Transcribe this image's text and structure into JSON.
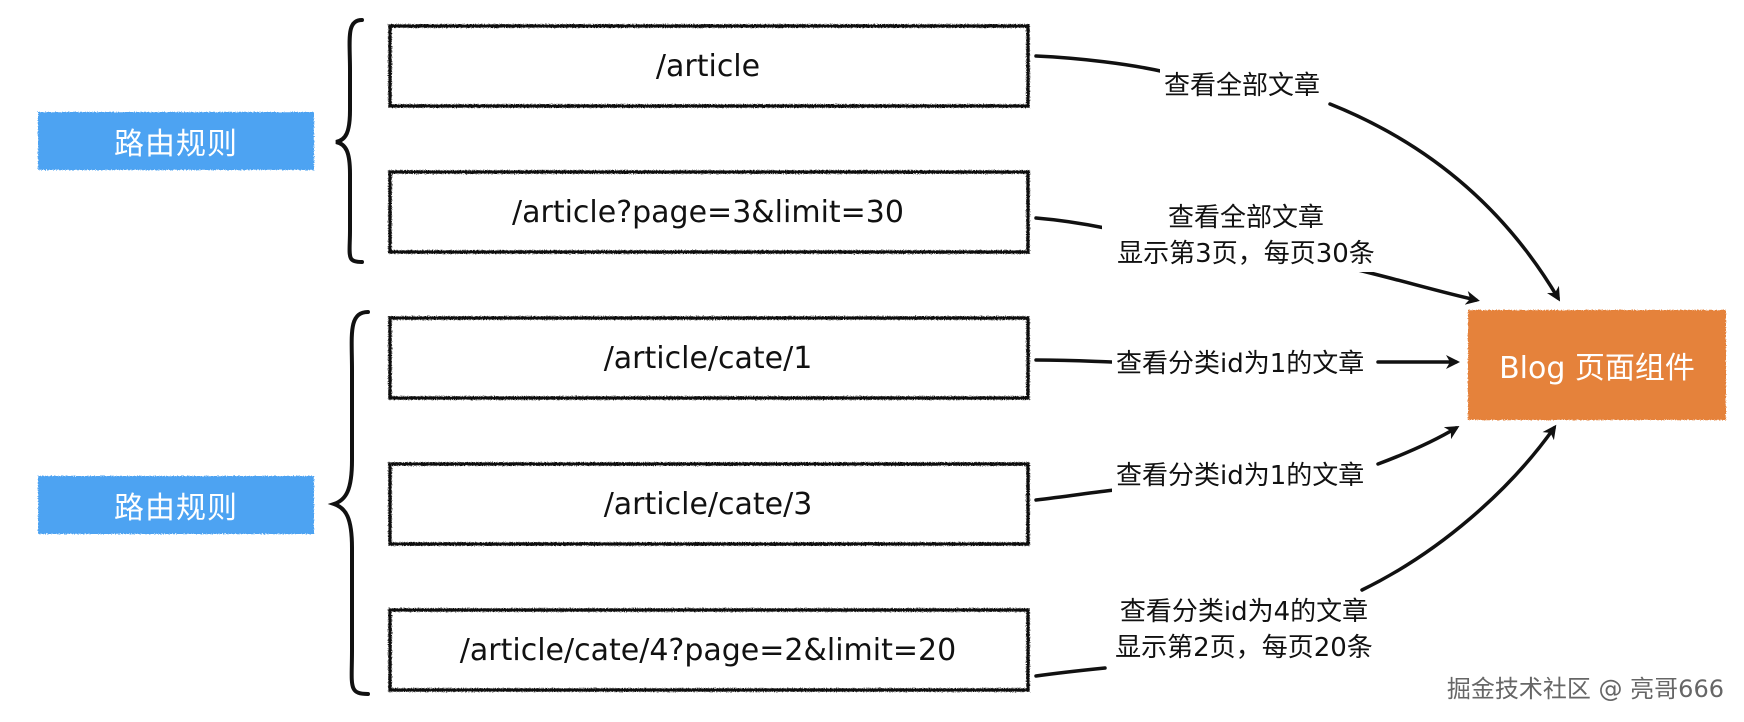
{
  "route_groups": [
    {
      "label": "路由规则"
    },
    {
      "label": "路由规则"
    }
  ],
  "routes": [
    {
      "path": "/article"
    },
    {
      "path": "/article?page=3&limit=30"
    },
    {
      "path": "/article/cate/1"
    },
    {
      "path": "/article/cate/3"
    },
    {
      "path": "/article/cate/4?page=2&limit=20"
    }
  ],
  "descriptions": [
    {
      "line1": "查看全部文章",
      "line2": ""
    },
    {
      "line1": "查看全部文章",
      "line2": "显示第3页，每页30条"
    },
    {
      "line1": "查看分类id为1的文章",
      "line2": ""
    },
    {
      "line1": "查看分类id为1的文章",
      "line2": ""
    },
    {
      "line1": "查看分类id为4的文章",
      "line2": "显示第2页，每页20条"
    }
  ],
  "target": {
    "label": "Blog 页面组件"
  },
  "watermark": "掘金技术社区 @ 亮哥666",
  "colors": {
    "label_fill": "#4da3f2",
    "target_fill": "#e5823a",
    "stroke": "#111111"
  }
}
